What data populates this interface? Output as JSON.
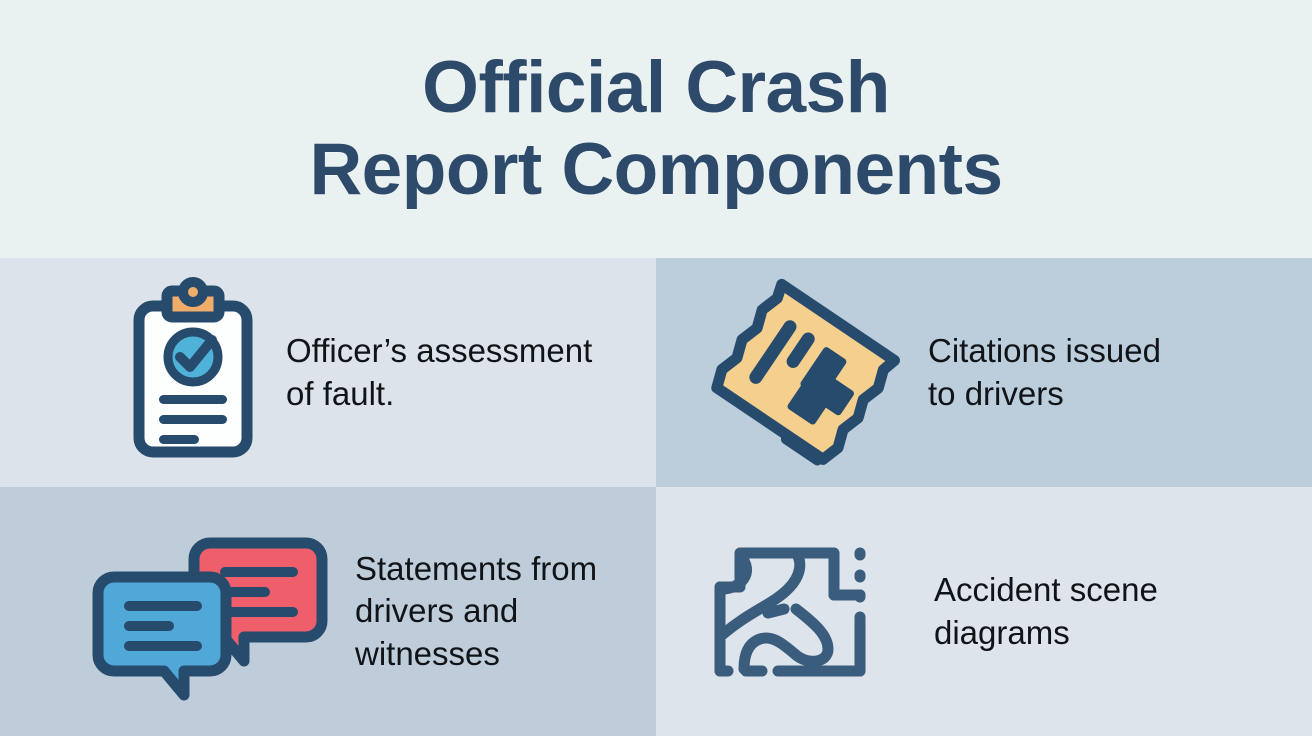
{
  "header": {
    "title": "Official Crash\nReport Components",
    "background": "#eaf1f1",
    "title_color": "#2e4a6b"
  },
  "palette": {
    "navy": "#274b6d",
    "steel_blue": "#3b5d7d",
    "light_blue": "#4fb3d9",
    "bubble_blue": "#4fa8d8",
    "bubble_red": "#ef5f6b",
    "ticket_tan": "#f5cf8e",
    "ticket_accent": "#f08060",
    "clip_orange": "#f0ad6a",
    "paper_white": "#fdfefe",
    "text_dark": "#101418"
  },
  "cells": [
    {
      "id": "officers-assessment",
      "label": "Officer’s assessment\nof fault.",
      "icon": "clipboard-check-icon",
      "background": "#dde3ea"
    },
    {
      "id": "citations-issued",
      "label": "Citations issued\nto drivers",
      "icon": "ticket-citation-icon",
      "background": "#bccddb"
    },
    {
      "id": "statements",
      "label": "Statements from\ndrivers and\nwitnesses",
      "icon": "speech-bubbles-icon",
      "background": "#bfcdda"
    },
    {
      "id": "scene-diagrams",
      "label": "Accident scene\ndiagrams",
      "icon": "map-diagram-icon",
      "background": "#dee4ec"
    }
  ]
}
